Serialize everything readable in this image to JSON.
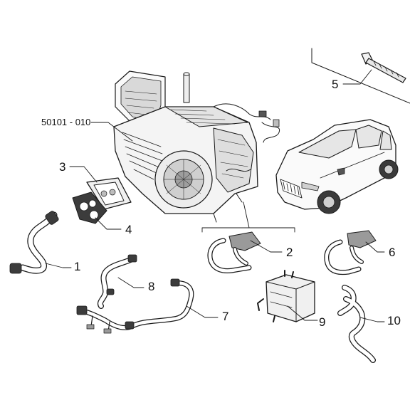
{
  "diagram": {
    "assembly_ref": "50101 - 010",
    "callouts": [
      {
        "id": "1",
        "text": "1"
      },
      {
        "id": "2",
        "text": "2"
      },
      {
        "id": "3",
        "text": "3"
      },
      {
        "id": "4",
        "text": "4"
      },
      {
        "id": "5",
        "text": "5"
      },
      {
        "id": "6",
        "text": "6"
      },
      {
        "id": "7",
        "text": "7"
      },
      {
        "id": "8",
        "text": "8"
      },
      {
        "id": "9",
        "text": "9"
      },
      {
        "id": "10",
        "text": "10"
      }
    ],
    "colors": {
      "line": "#1a1a1a",
      "shade": "#bdbdbd",
      "dark": "#555555",
      "background": "#ffffff"
    }
  }
}
